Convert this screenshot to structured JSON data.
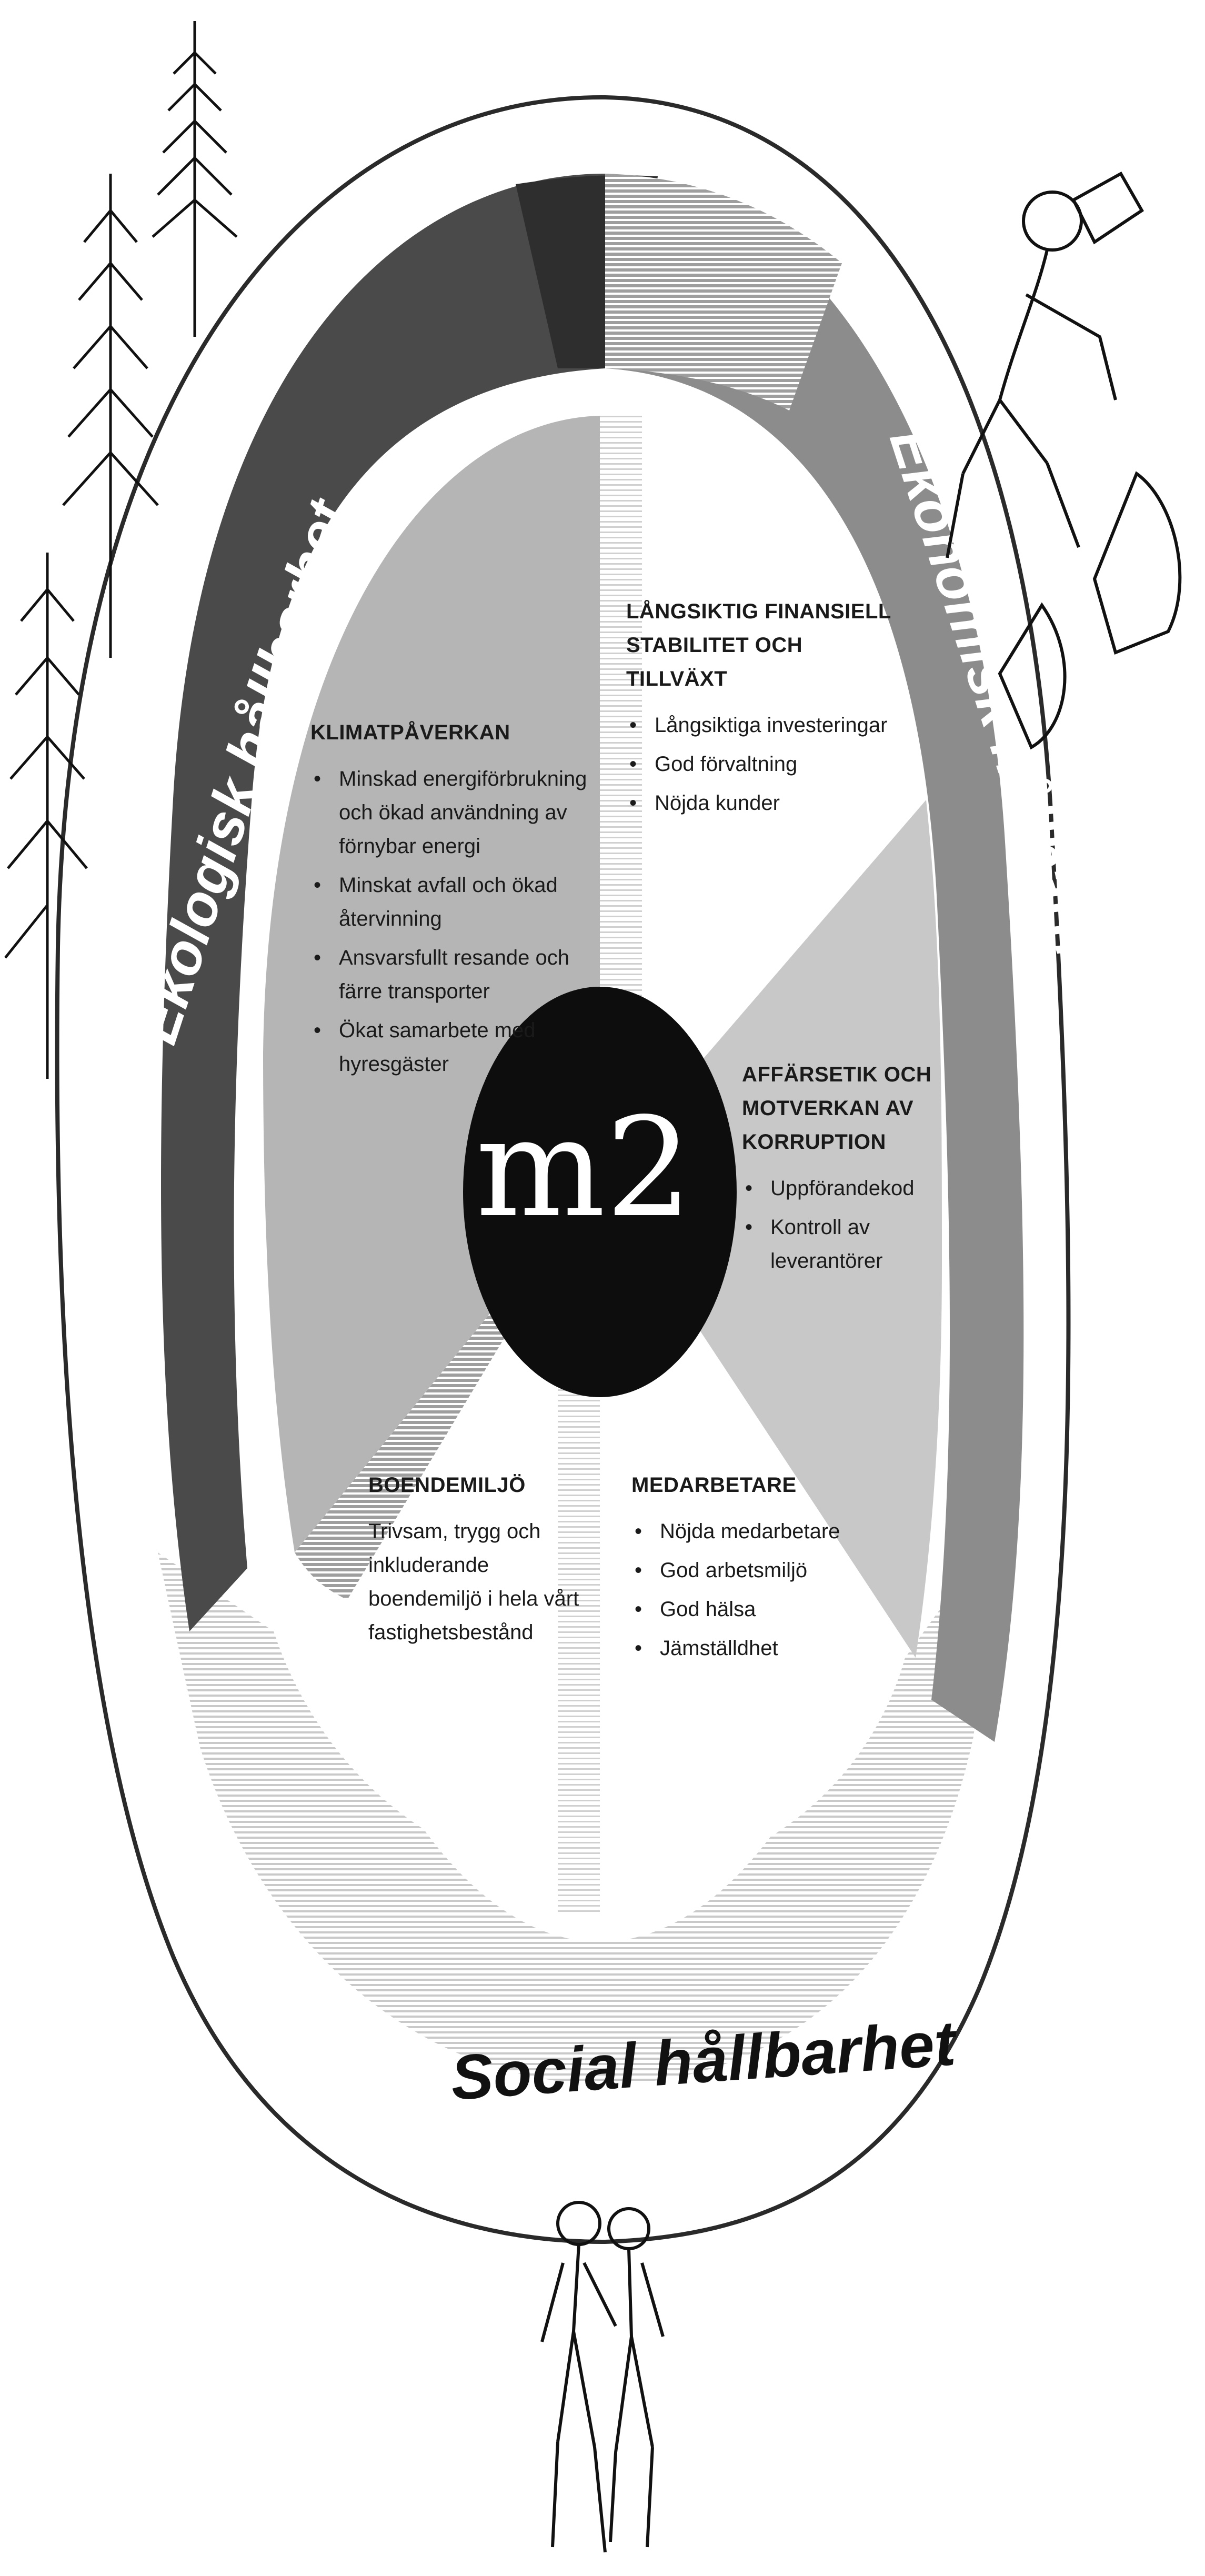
{
  "center": {
    "logo": "m2"
  },
  "rings": {
    "ecological": "Ekologisk hållbarhet",
    "economic": "Ekonomisk hållbarhet",
    "social": "Social hållbarhet"
  },
  "sectors": {
    "climate": {
      "heading": "KLIMATPÅVERKAN",
      "items": [
        "Minskad energiförbrukning och ökad användning av förnybar energi",
        "Minskat avfall och ökad återvinning",
        "Ansvarsfullt resande och färre transporter",
        "Ökat samarbete med hyresgäster"
      ]
    },
    "finance": {
      "heading": "LÅNGSIKTIG FINANSIELL STABILITET OCH TILLVÄXT",
      "items": [
        "Långsiktiga investeringar",
        "God förvaltning",
        "Nöjda kunder"
      ]
    },
    "ethics": {
      "heading": "AFFÄRSETIK OCH MOTVERKAN AV KORRUPTION",
      "items": [
        "Uppförandekod",
        "Kontroll av leverantörer"
      ]
    },
    "living": {
      "heading": "BOENDEMILJÖ",
      "text": "Trivsam, trygg och inkluderande boendemiljö i hela vårt fastighetsbestånd"
    },
    "staff": {
      "heading": "MEDARBETARE",
      "items": [
        "Nöjda medarbetare",
        "God arbetsmiljö",
        "God hälsa",
        "Jämställdhet"
      ]
    }
  },
  "colors": {
    "ecological_band": "#4a4a4a",
    "economic_band": "#8c8c8c",
    "climate_sector": "#b5b5b5",
    "ethics_sector": "#c8c8c8",
    "center": "#0d0d0d"
  }
}
